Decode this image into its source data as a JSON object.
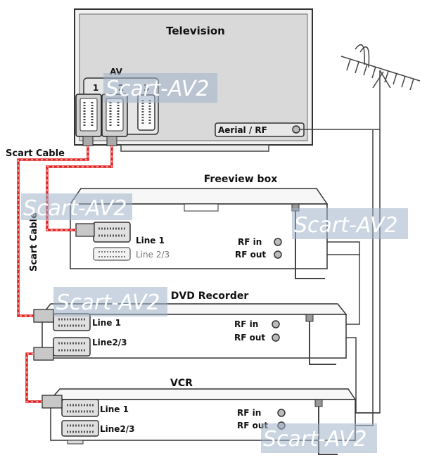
{
  "devices": {
    "tv": {
      "title": "Television",
      "av_label": "AV",
      "socket_numbers": [
        "1",
        "2",
        "3"
      ],
      "aerial_label": "Aerial / RF"
    },
    "freeview": {
      "title": "Freeview box",
      "line1": "Line 1",
      "line23": "Line 2/3",
      "rf_in": "RF in",
      "rf_out": "RF out"
    },
    "dvd": {
      "title": "DVD Recorder",
      "line1": "Line 1",
      "line23": "Line2/3",
      "rf_in": "RF in",
      "rf_out": "RF out"
    },
    "vcr": {
      "title": "VCR",
      "line1": "Line 1",
      "line23": "Line2/3",
      "rf_in": "RF in",
      "rf_out": "RF out"
    }
  },
  "cables": {
    "scart_horizontal": "Scart Cable",
    "scart_vertical": "Scart Cable"
  },
  "watermark": "Scart-AV2",
  "colors": {
    "scart_cable": "#e02020",
    "rf_cable": "#404040",
    "device_fill": "#ffffff",
    "tv_fill": "#d9d9d9"
  }
}
